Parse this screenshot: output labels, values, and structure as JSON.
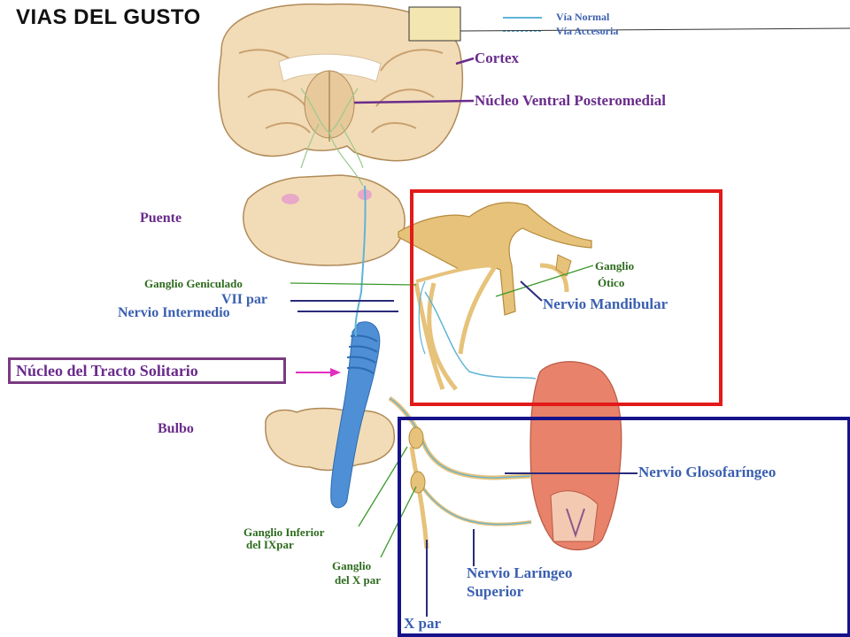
{
  "title": "VIAS DEL GUSTO",
  "legend": {
    "normal": "Vía Normal",
    "accessory": "Vía Accesoria"
  },
  "labels": {
    "cortex": "Cortex",
    "vpm": "Núcleo Ventral Posteromedial",
    "puente": "Puente",
    "ganglio_geniculado": "Ganglio Geniculado",
    "vii_par": "VII par",
    "nervio_intermedio": "Nervio Intermedio",
    "nucleo_tracto_solitario": "Núcleo del Tracto Solitario",
    "bulbo": "Bulbo",
    "ganglio_otico_1": "Ganglio",
    "ganglio_otico_2": "Ótico",
    "nervio_mandibular": "Nervio Mandibular",
    "nervio_glosofaringeo": "Nervio Glosofaríngeo",
    "ganglio_inferior_1": "Ganglio Inferior",
    "ganglio_inferior_2": "del IXpar",
    "ganglio_x_1": "Ganglio",
    "ganglio_x_2": "del X par",
    "nervio_laringeo_1": "Nervio Laríngeo",
    "nervio_laringeo_2": "Superior",
    "x_par": "X par"
  },
  "colors": {
    "tissue": "#f2dcb7",
    "tissue_dark": "#d9b98a",
    "nerve": "#e6c27a",
    "nerve_edge": "#b58a3c",
    "path_normal": "#5fb4d6",
    "nucleus": "#4f8fd6",
    "tongue": "#e8826a",
    "leader": "#2b2b7a",
    "green_leader": "#3a9a2a",
    "pink_arrow": "#e02fbf",
    "red_box": "#e21a1a",
    "navy_box": "#16128a"
  }
}
